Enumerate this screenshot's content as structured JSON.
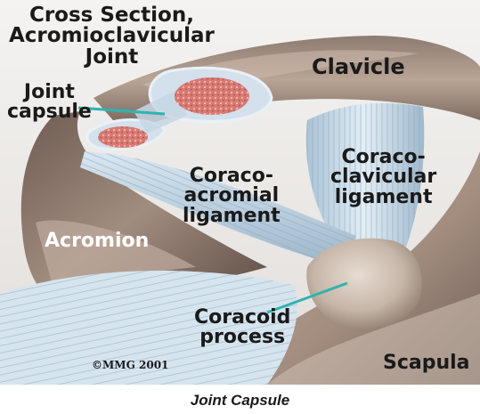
{
  "figure": {
    "labels": {
      "title": [
        "Cross Section,",
        "Acromioclavicular",
        "Joint"
      ],
      "joint_capsule": [
        "Joint",
        "capsule"
      ],
      "clavicle": "Clavicle",
      "coracoclavicular": [
        "Coraco-",
        "clavicular",
        "ligament"
      ],
      "coracoacromial": [
        "Coraco-",
        "acromial",
        "ligament"
      ],
      "acromion": "Acromion",
      "coracoid": [
        "Coracoid",
        "process"
      ],
      "scapula": "Scapula"
    },
    "copyright": "©MMG 2001",
    "caption": "Joint Capsule"
  },
  "colors": {
    "bone": "#b39e90",
    "bone_shadow": "#5e4c44",
    "ligament": "#c8dbea",
    "marrow": "#d77a73",
    "pointer_line": "#2fb3b0"
  }
}
